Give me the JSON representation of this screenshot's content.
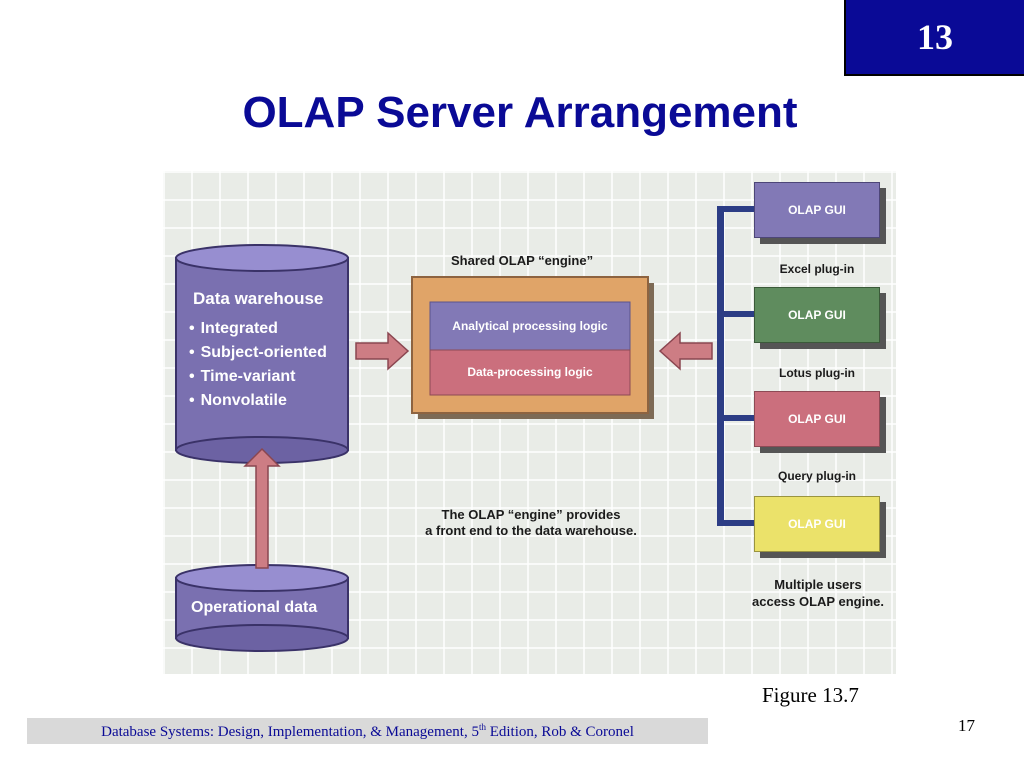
{
  "slide": {
    "chapter_number": "13",
    "title": "OLAP Server Arrangement",
    "figure_label": "Figure 13.7",
    "page_number": "17",
    "footer": {
      "before_sup": "Database Systems: Design, Implementation, & Management, 5",
      "sup": "th",
      "after_sup": " Edition, Rob & Coronel"
    }
  },
  "diagram": {
    "data_warehouse": {
      "title": "Data warehouse",
      "bullets": [
        "Integrated",
        "Subject-oriented",
        "Time-variant",
        "Nonvolatile"
      ]
    },
    "operational_data": "Operational data",
    "engine": {
      "label": "Shared OLAP “engine”",
      "top_layer": "Analytical processing logic",
      "bottom_layer": "Data-processing logic",
      "caption_line1": "The OLAP “engine” provides",
      "caption_line2": "a front end to the data warehouse."
    },
    "clients": [
      {
        "label": "OLAP GUI",
        "color": "#8279b6"
      },
      {
        "label": "OLAP GUI",
        "color": "#5f8c5e"
      },
      {
        "label": "OLAP GUI",
        "color": "#cb6f7d"
      },
      {
        "label": "OLAP GUI",
        "color": "#ebe26a"
      }
    ],
    "plugins": [
      "Excel plug-in",
      "Lotus plug-in",
      "Query plug-in"
    ],
    "users_caption_line1": "Multiple users",
    "users_caption_line2": "access OLAP engine."
  },
  "colors": {
    "title_blue": "#0a0a96",
    "cylinder": "#7a70b0",
    "engine_frame": "#e0a468",
    "connector": "#2c3d85",
    "arrow": "#cd7d84"
  }
}
